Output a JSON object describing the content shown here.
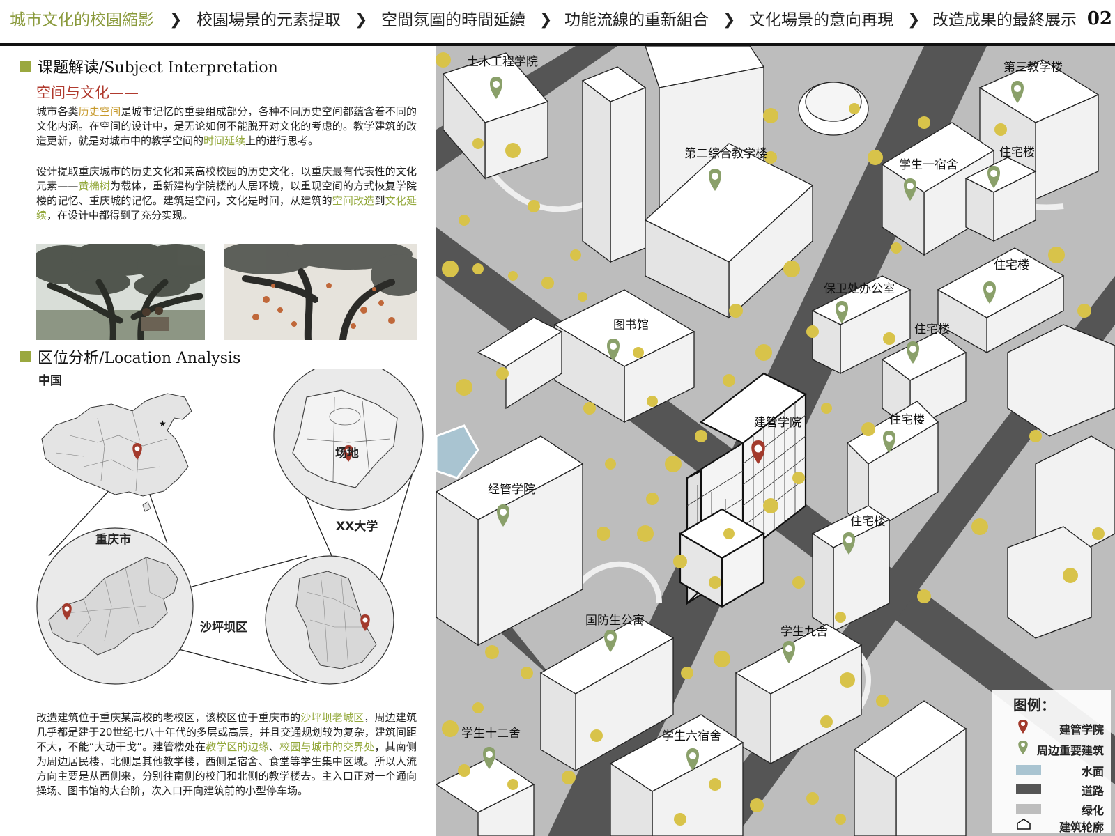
{
  "nav": {
    "items": [
      "城市文化的校園縮影",
      "校園場景的元素提取",
      "空間氛圍的時間延續",
      "功能流線的重新組合",
      "文化場景的意向再現",
      "改造成果的最終展示"
    ],
    "active_index": 0,
    "page_number": "02"
  },
  "subject": {
    "heading": "课题解读/Subject Interpretation",
    "subheading": "空间与文化——",
    "p1": {
      "t0": "城市各类",
      "h1": "历史空间",
      "t1": "是城市记忆的重要组成部分，各种不同历史空间都蕴含着不同的文化内涵。在空间的设计中，是无论如何不能脱开对文化的考虑的。教学建筑的改造更新，就是对城市中的教学空间的",
      "h2": "时间延续",
      "t2": "上的进行思考。"
    },
    "p2": {
      "t0": "设计提取重庆城市的历史文化和某高校校园的历史文化，以重庆最有代表性的文化元素——",
      "h1": "黄桷树",
      "t1": "为载体，重新建构学院楼的人居环境，以重现空间的方式恢复学院楼的记忆、重庆城的记忆。建筑是空间，文化是时间，从建筑的",
      "h2": "空间改造",
      "t2": "到",
      "h3": "文化延续",
      "t3": "，在设计中都得到了充分实现。"
    }
  },
  "location": {
    "heading": "区位分析/Location Analysis",
    "labels": {
      "china": "中国",
      "chongqing": "重庆市",
      "district": "沙坪坝区",
      "university": "XX大学",
      "site": "场地"
    },
    "p": {
      "t0": "改造建筑位于重庆某高校的老校区，该校区位于重庆市的",
      "h1": "沙坪坝老城区",
      "t1": "，周边建筑几乎都是建于20世纪七八十年代的多层或高层，并且交通规划较为复杂，建筑间距不大，不能“大动干戈”。建管楼处在",
      "h2": "教学区的边缘",
      "t2": "、",
      "h3": "校园与城市的交界处",
      "t3": "，其南侧为周边居民楼，北侧是其他教学楼，西侧是宿舍、食堂等学生集中区域。所以人流方向主要是从西侧来，分别往南侧的校门和北侧的教学楼去。主入口正对一个通向操场、图书馆的大台阶，次入口开向建筑前的小型停车场。"
    }
  },
  "map": {
    "labels": [
      "土木工程学院",
      "第三教学楼",
      "第二综合教学楼",
      "学生一宿舍",
      "住宅楼",
      "住宅楼",
      "保卫处办公室",
      "图书馆",
      "住宅楼",
      "建管学院",
      "住宅楼",
      "经管学院",
      "住宅楼",
      "国防生公寓",
      "学生九舍",
      "学生十二舍",
      "学生六宿舍"
    ]
  },
  "legend": {
    "title": "图例：",
    "items": [
      "建管学院",
      "周边重要建筑",
      "水面",
      "道路",
      "绿化",
      "建筑轮廓"
    ]
  },
  "colors": {
    "accent_green": "#93a83b",
    "accent_red": "#b03a2e",
    "road": "#555555",
    "ground": "#bdbdbd",
    "water": "#a9c4d1",
    "tree": "#d8c34a",
    "pin_green": "#8aa06a",
    "pin_red": "#a33a2c"
  }
}
